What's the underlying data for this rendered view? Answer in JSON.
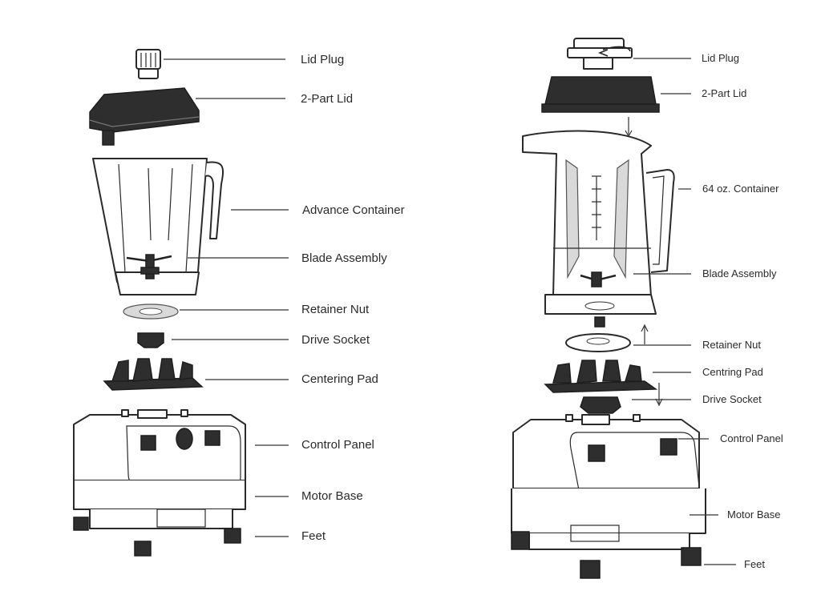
{
  "left_labels": {
    "lid_plug": "Lid Plug",
    "two_part_lid": "2-Part Lid",
    "advance_container": "Advance Container",
    "blade_assembly": "Blade Assembly",
    "retainer_nut": "Retainer Nut",
    "drive_socket": "Drive Socket",
    "centering_pad": "Centering Pad",
    "control_panel": "Control Panel",
    "motor_base": "Motor Base",
    "feet": "Feet"
  },
  "right_labels": {
    "lid_plug": "Lid Plug",
    "two_part_lid": "2-Part Lid",
    "container_64oz": "64 oz. Container",
    "blade_assembly": "Blade Assembly",
    "retainer_nut": "Retainer Nut",
    "centring_pad": "Centring Pad",
    "drive_socket": "Drive Socket",
    "control_panel": "Control Panel",
    "motor_base": "Motor Base",
    "feet": "Feet"
  }
}
